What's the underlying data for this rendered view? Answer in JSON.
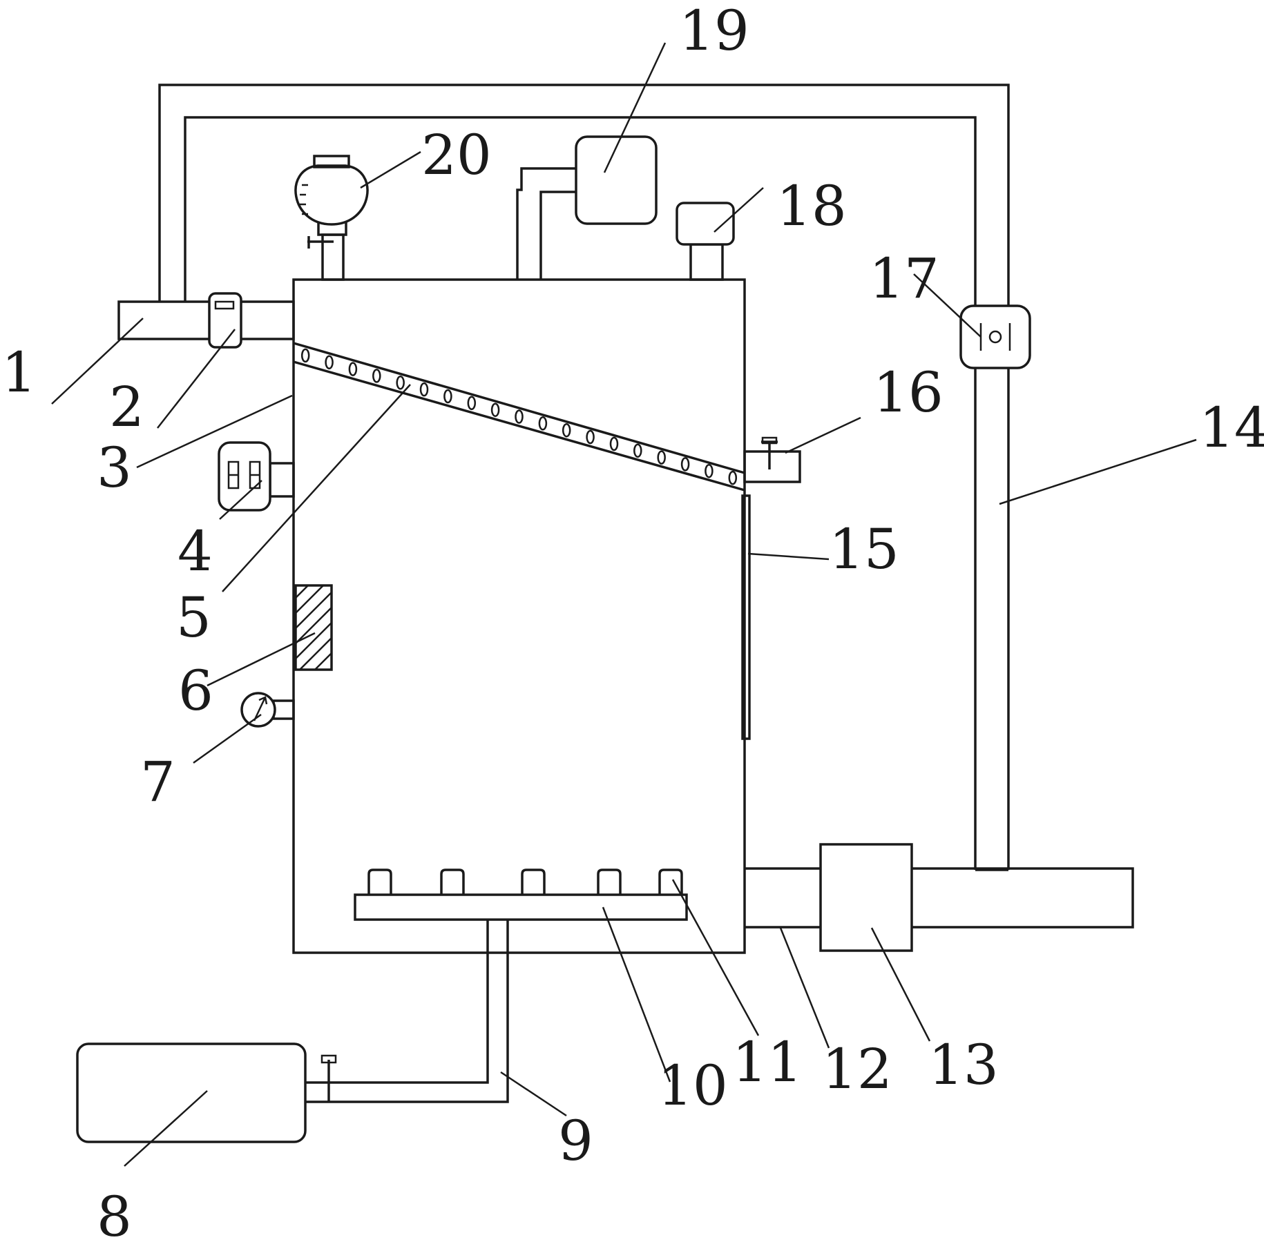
{
  "diagram": {
    "labels": [
      "1",
      "2",
      "3",
      "4",
      "5",
      "6",
      "7",
      "8",
      "9",
      "10",
      "11",
      "12",
      "13",
      "14",
      "15",
      "16",
      "17",
      "18",
      "19",
      "20"
    ],
    "colors": {
      "line": "#1a1a1a",
      "hatch": "#1a1a1a",
      "background": "#ffffff"
    },
    "icons": {
      "valve_2": "card-reader-icon",
      "panel_4": "switch-panel-icon",
      "gauge_7": "pressure-gauge-icon",
      "device_17": "sensor-icon",
      "bottle_20": "round-flask-icon"
    }
  }
}
